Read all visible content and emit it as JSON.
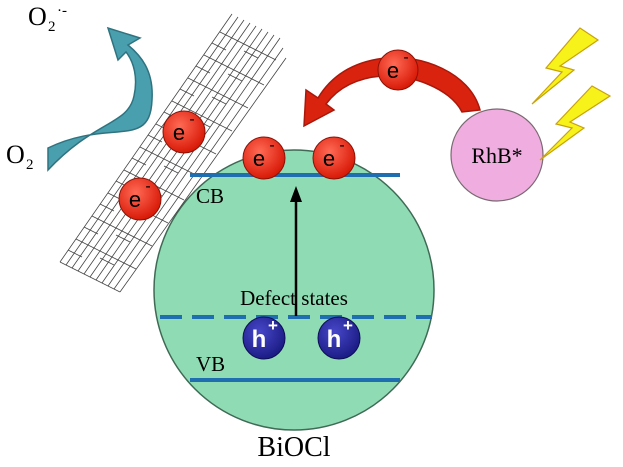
{
  "labels": {
    "superoxide_base": "O",
    "superoxide_sub": "2",
    "superoxide_sup": "·-",
    "oxygen_base": "O",
    "oxygen_sub": "2",
    "cb": "CB",
    "vb": "VB",
    "defect_states": "Defect states",
    "material": "BiOCl",
    "dye": "RhB*"
  },
  "carriers": {
    "electron_symbol": "e",
    "electron_charge": "-",
    "hole_symbol": "h",
    "hole_charge": "+"
  },
  "colors": {
    "circle_fill": "#8fdcb4",
    "circle_stroke": "#3f6a55",
    "band_line": "#1f6fb0",
    "electron_fill": "#e8240f",
    "hole_fill": "#2a2aa0",
    "rhb_fill": "#f0aee0",
    "red_arrow": "#d9230f",
    "teal_arrow": "#4a9fae",
    "lightning": "#f6f21a"
  },
  "icons": [
    "carbon-nanotube-icon",
    "lightning-bolt-icon"
  ]
}
